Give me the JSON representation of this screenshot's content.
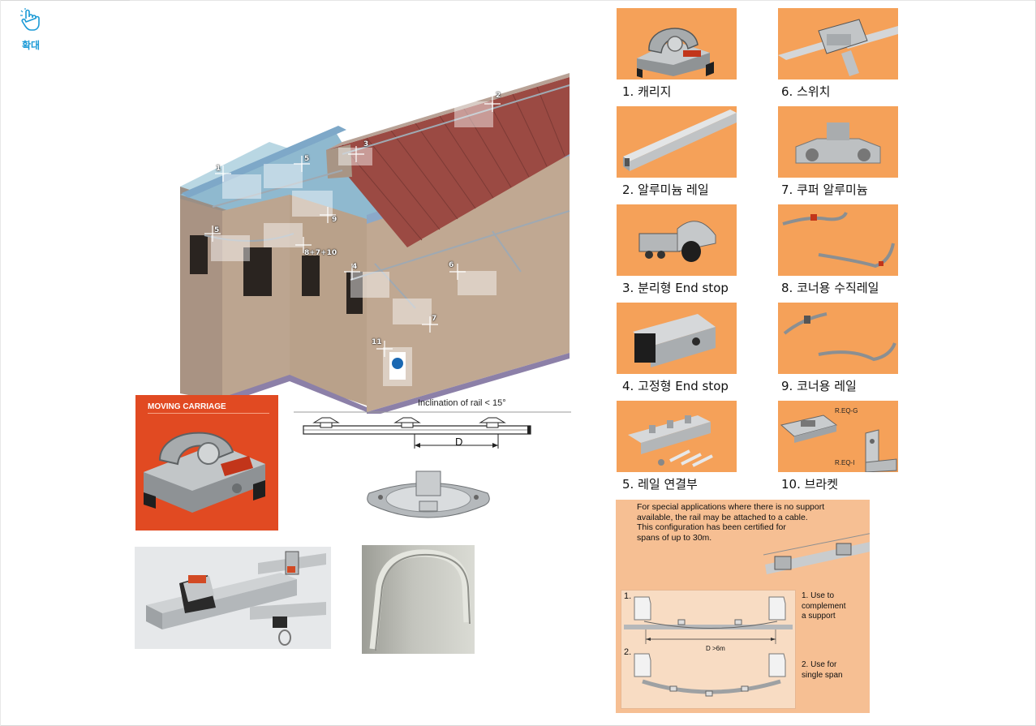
{
  "zoom": {
    "label": "확대",
    "icon": "hand-pointer-icon"
  },
  "building": {
    "callouts": [
      "1",
      "5",
      "9",
      "3",
      "2",
      "5",
      "8+7+10",
      "4",
      "6",
      "7",
      "11"
    ]
  },
  "moving_carriage": {
    "title": "MOVING CARRIAGE"
  },
  "rail_diagram": {
    "inclination": "Inclination of rail < 15°",
    "distance_label": "D"
  },
  "products": [
    {
      "caption": "1. 캐리지"
    },
    {
      "caption": "2. 알루미늄 레일"
    },
    {
      "caption": "3. 분리형 End stop"
    },
    {
      "caption": "4. 고정형 End stop"
    },
    {
      "caption": "5. 레일 연결부"
    },
    {
      "caption": "6. 스위치"
    },
    {
      "caption": "7. 쿠퍼 알루미늄"
    },
    {
      "caption": "8. 코너용 수직레일"
    },
    {
      "caption": "9. 코너용 레일"
    },
    {
      "caption": "10. 브라켓",
      "bracket_labels": [
        "R.EQ-G",
        "R.EQ-I"
      ]
    }
  ],
  "info": {
    "lines": [
      "For special applications where there is no support",
      "available, the rail may be attached to a cable.",
      "This configuration has been certified for",
      "spans of up to 30m."
    ],
    "diagram": {
      "n1": "1.",
      "n2": "2.",
      "distance": "D >6m"
    },
    "use1": [
      "1. Use to",
      "complement",
      "a support"
    ],
    "use2": [
      "2. Use for",
      "single span"
    ]
  }
}
